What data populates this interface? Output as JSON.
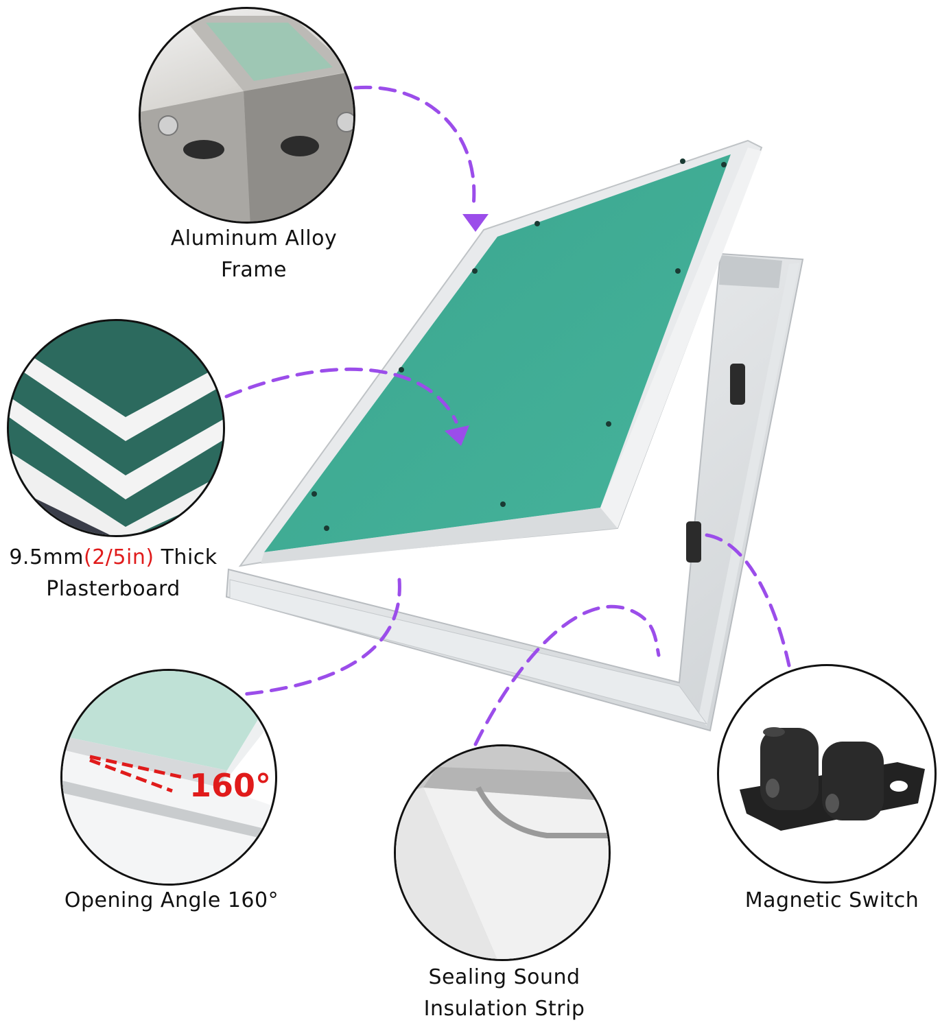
{
  "features": {
    "frame": {
      "line1": "Aluminum Alloy",
      "line2": "Frame"
    },
    "board": {
      "prefix": "9.5mm",
      "highlight": "(2/5in)",
      "suffix": " Thick",
      "line2": "Plasterboard"
    },
    "angle": {
      "label": "Opening Angle 160°",
      "badge": "160°"
    },
    "seal": {
      "line1": "Sealing Sound",
      "line2": "Insulation Strip"
    },
    "magnet": {
      "label": "Magnetic Switch"
    }
  },
  "colors": {
    "accent": "#9b4dea",
    "highlight": "#e01b1b",
    "board": "#3fae96"
  }
}
